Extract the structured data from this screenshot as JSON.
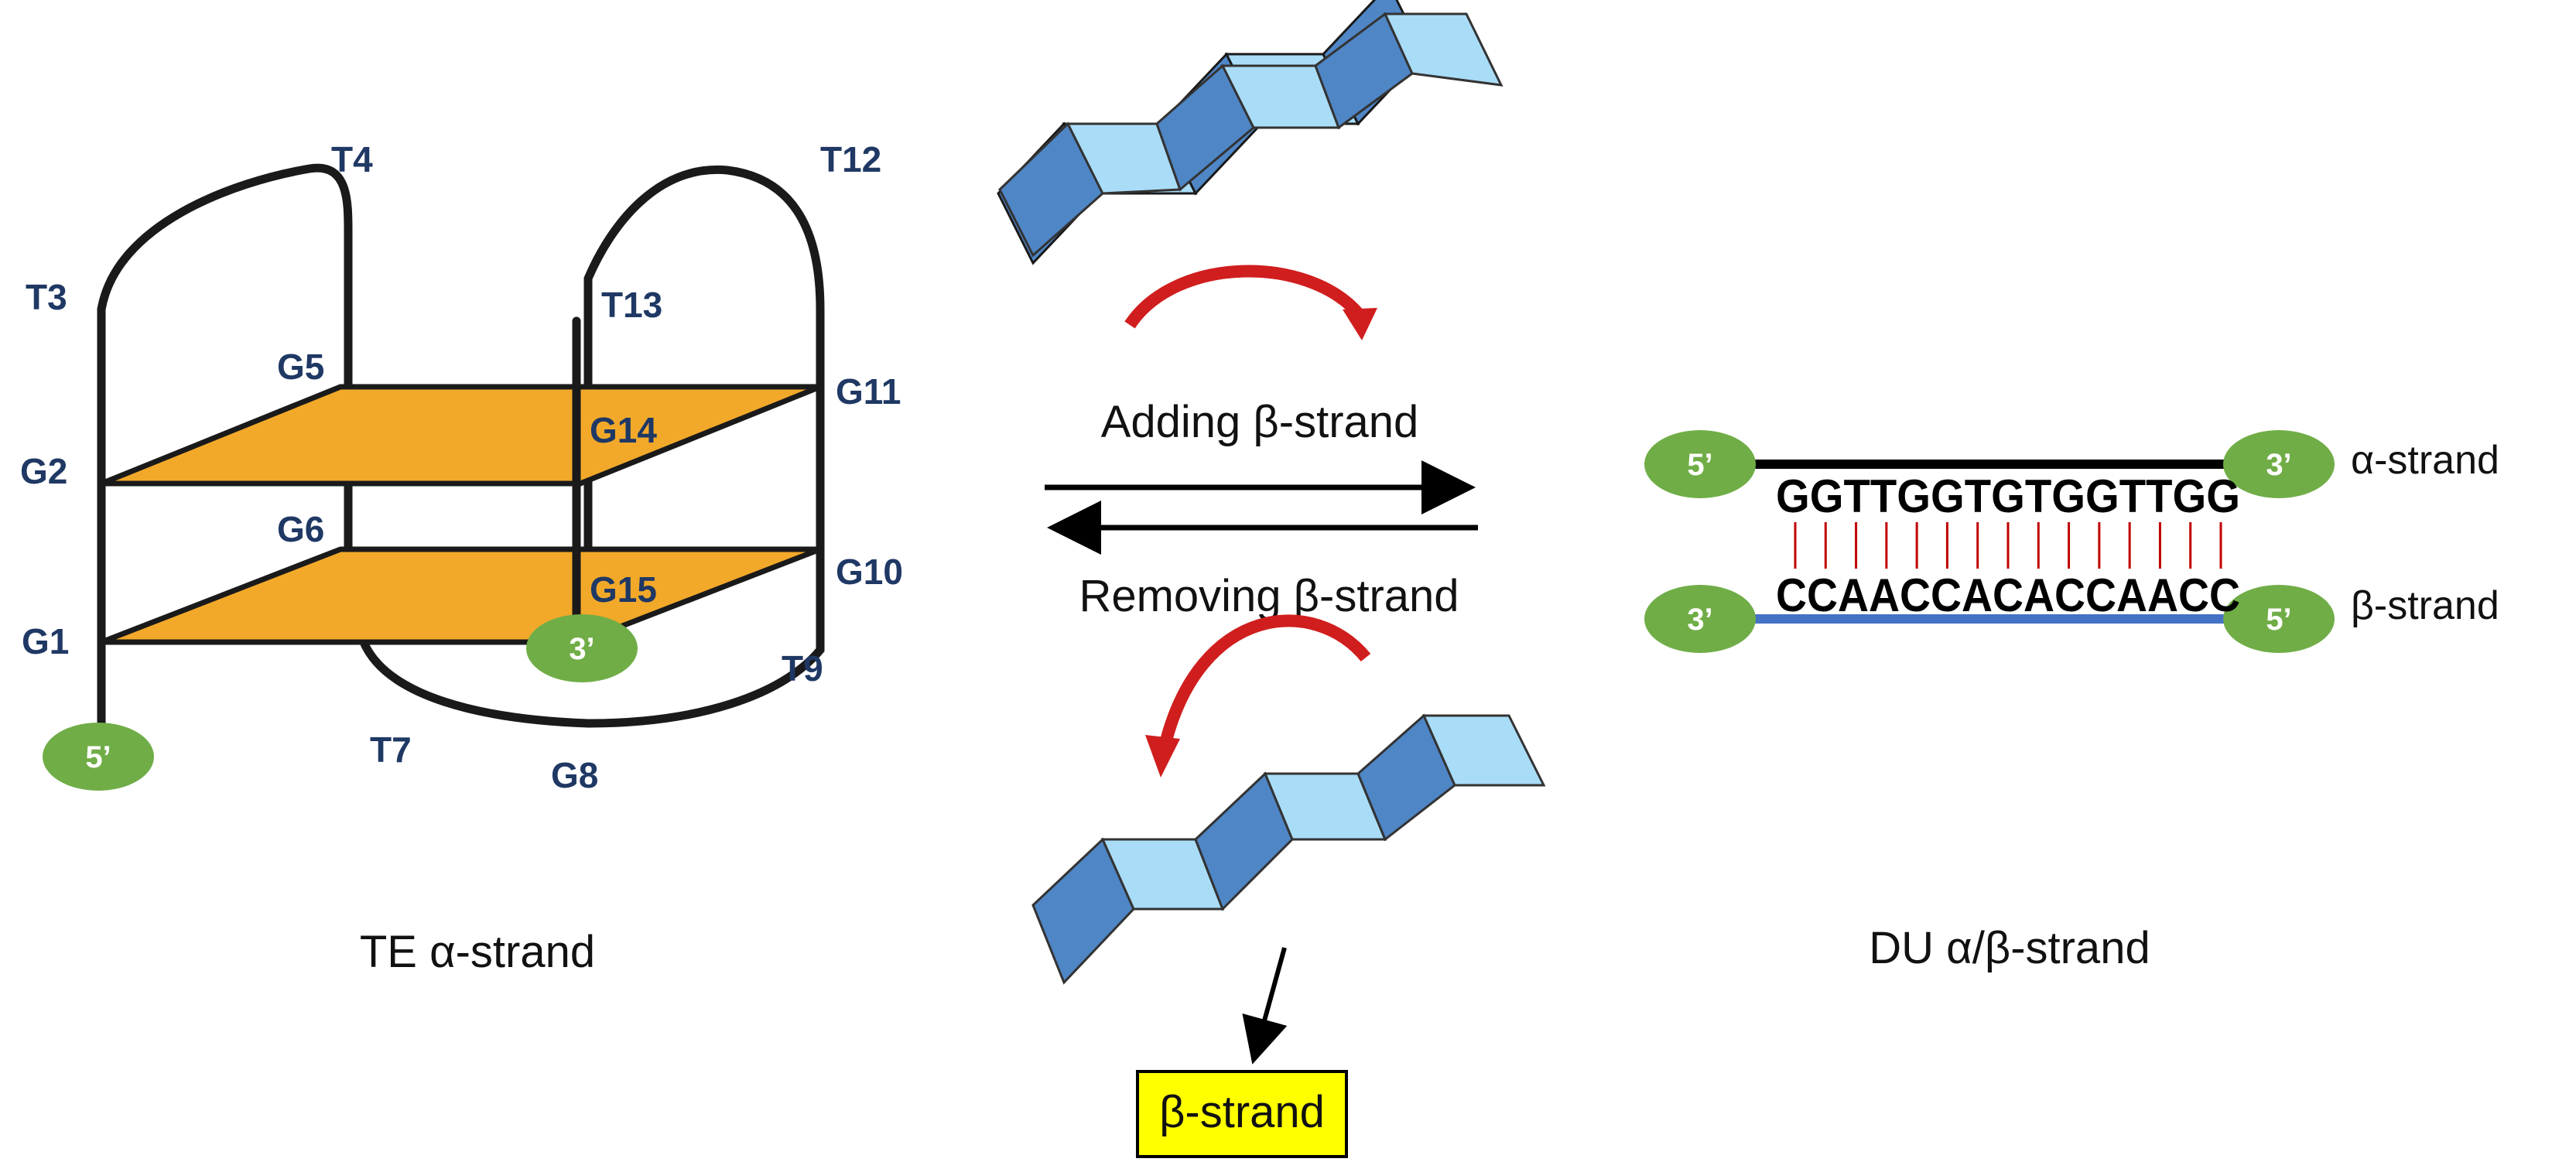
{
  "colors": {
    "strand_line": "#1a1a1a",
    "beta_line": "#4472c4",
    "tetrad_fill": "#f2a92a",
    "tetrad_edge": "#c8861a",
    "nucleotide_text": "#1f3864",
    "end_circle": "#70ad47",
    "sheet_dark": "#4f86c6",
    "sheet_light": "#a9dcf7",
    "curved_arrow": "#d01e1e",
    "base_pair_tick": "#c00000",
    "highlight_box": "#ffff00"
  },
  "quadruplex": {
    "caption": "TE α-strand",
    "nucleotides": [
      "G1",
      "G2",
      "T3",
      "T4",
      "G5",
      "G6",
      "T7",
      "G8",
      "T9",
      "G10",
      "G11",
      "T12",
      "T13",
      "G14",
      "G15"
    ],
    "end_5": "5’",
    "end_3": "3’"
  },
  "transition": {
    "adding_label": "Adding β-strand",
    "removing_label": "Removing β-strand",
    "removed_box_label": "β-strand"
  },
  "duplex": {
    "caption": "DU α/β-strand",
    "alpha": {
      "seq": "GGTTGGTGTGGTTGG",
      "label": "α-strand",
      "left_end": "5’",
      "right_end": "3’"
    },
    "beta": {
      "seq": "CCAACCACACCAACC",
      "label": "β-strand",
      "left_end": "3’",
      "right_end": "5’"
    },
    "base_pair_count": 15
  }
}
